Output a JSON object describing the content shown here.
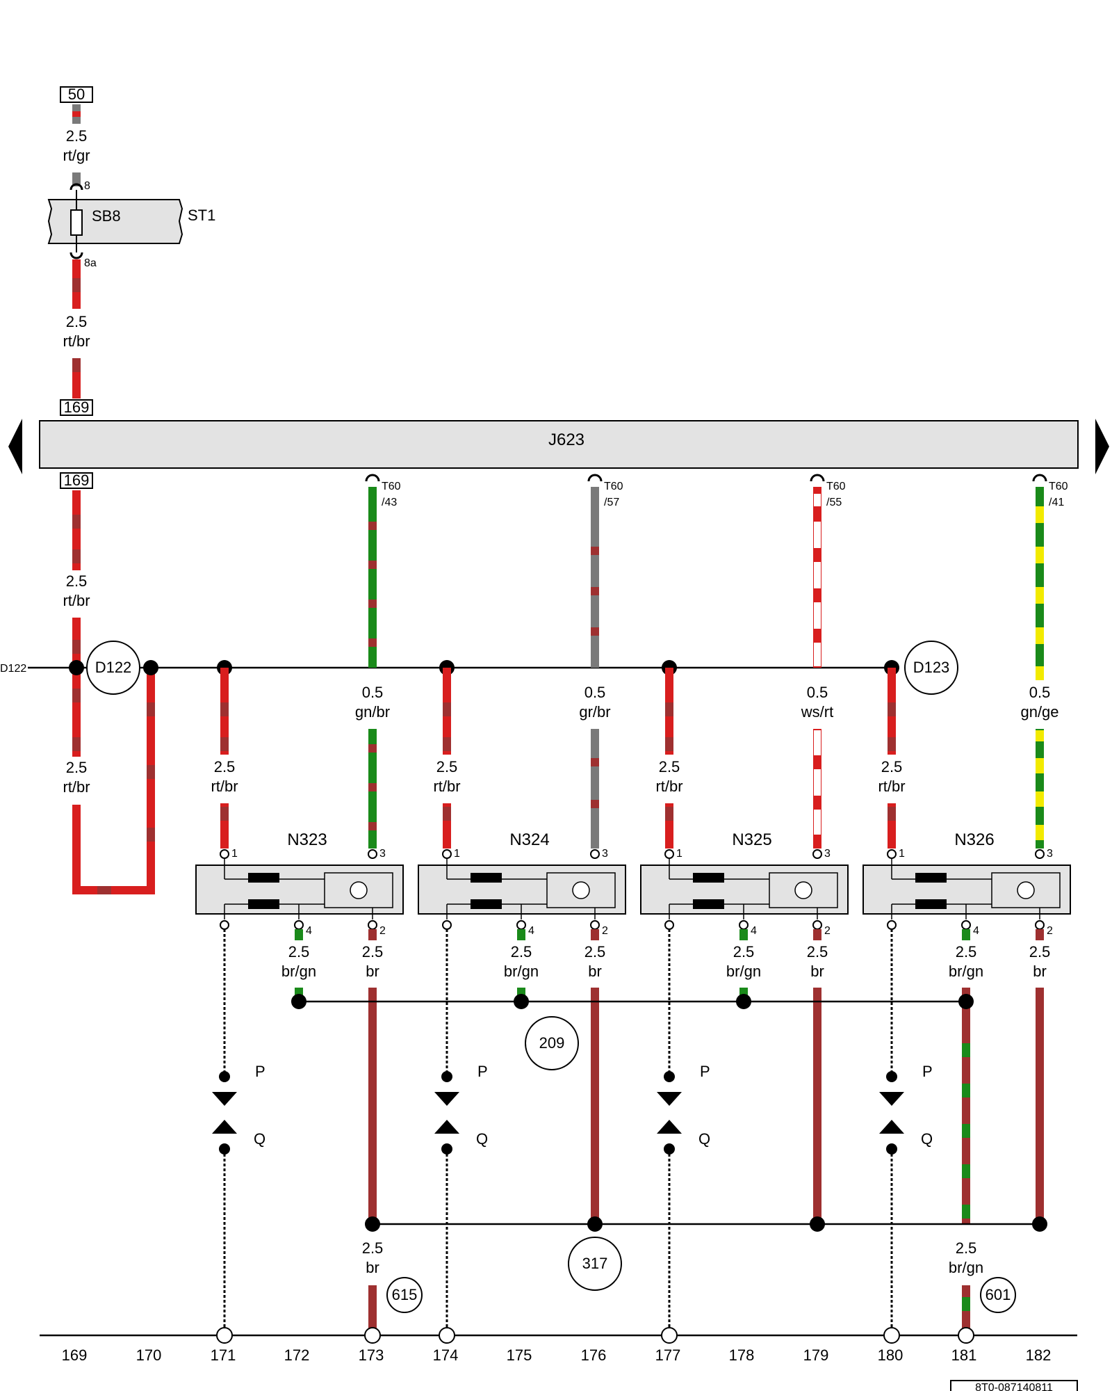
{
  "diagram": {
    "terminal_top": "50",
    "fuse": {
      "label": "SB8",
      "carrier": "ST1",
      "pin_in": "8",
      "pin_out": "8a"
    },
    "wire_top_in": {
      "gauge": "2.5",
      "color": "rt/gr"
    },
    "wire_top_out": {
      "gauge": "2.5",
      "color": "rt/br"
    },
    "ref_box": "169",
    "control_unit": "J623",
    "connections": [
      {
        "conn": "T60",
        "pin": "/43",
        "gauge": "0.5",
        "color": "gn/br"
      },
      {
        "conn": "T60",
        "pin": "/57",
        "gauge": "0.5",
        "color": "gr/br"
      },
      {
        "conn": "T60",
        "pin": "/55",
        "gauge": "0.5",
        "color": "ws/rt"
      },
      {
        "conn": "T60",
        "pin": "/41",
        "gauge": "0.5",
        "color": "gn/ge"
      }
    ],
    "supply_wire": {
      "gauge": "2.5",
      "color": "rt/br"
    },
    "bus": {
      "left_label": "D122",
      "node_left": "D122",
      "node_right": "D123"
    },
    "injectors": [
      {
        "name": "N323",
        "pin1": "1",
        "pin3": "3",
        "pin4": "4",
        "pin2": "2"
      },
      {
        "name": "N324",
        "pin1": "1",
        "pin3": "3",
        "pin4": "4",
        "pin2": "2"
      },
      {
        "name": "N325",
        "pin1": "1",
        "pin3": "3",
        "pin4": "4",
        "pin2": "2"
      },
      {
        "name": "N326",
        "pin1": "1",
        "pin3": "3",
        "pin4": "4",
        "pin2": "2"
      }
    ],
    "lower_wire_a": {
      "gauge": "2.5",
      "color": "br/gn"
    },
    "lower_wire_b": {
      "gauge": "2.5",
      "color": "br"
    },
    "conn_p": "P",
    "conn_q": "Q",
    "ground_nodes": [
      "209",
      "317",
      "615",
      "601"
    ],
    "wire_615": {
      "gauge": "2.5",
      "color": "br"
    },
    "wire_601": {
      "gauge": "2.5",
      "color": "br/gn"
    },
    "axis": [
      "169",
      "170",
      "171",
      "172",
      "173",
      "174",
      "175",
      "176",
      "177",
      "178",
      "179",
      "180",
      "181",
      "182"
    ],
    "doc_number": "8T0-087140811"
  }
}
